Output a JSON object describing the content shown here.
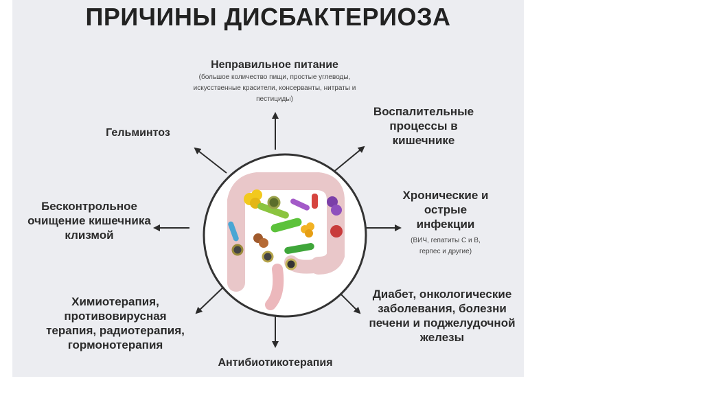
{
  "title": "ПРИЧИНЫ ДИСБАКТЕРИОЗА",
  "causes": {
    "nutrition": "Неправильное питание",
    "nutrition_note": "(большое количество пищи, простые углеводы, искусственные красители, консерванты, нитраты и пестициды)",
    "helminth": "Гельминтоз",
    "inflammation": "Воспалительные процессы в кишечнике",
    "infections": "Хронические и острые инфекции",
    "infections_note": "(ВИЧ, гепатиты С и В, герпес и другие)",
    "enema": "Бесконтрольное очищение кишечника клизмой",
    "chemo": "Химиотерапия, противовирусная терапия, радиотерапия, гормонотерапия",
    "antibiotics": "Антибиотикотерапия",
    "diabetes": "Диабет, онкологические заболевания, болезни печени и поджелудочной железы"
  },
  "colors": {
    "arrow": "#2b2b2b",
    "text": "#2b2b2b",
    "background": "#ecedf1",
    "circle_border": "#333333"
  }
}
